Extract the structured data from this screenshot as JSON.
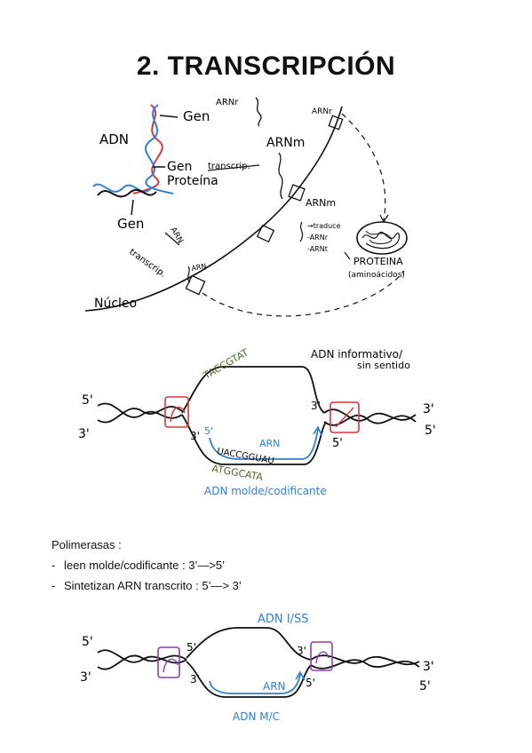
{
  "title": "2. TRANSCRIPCIÓN",
  "diagram1": {
    "adn": "ADN",
    "gen_top": "Gen",
    "gen_mid": "Gen",
    "proteina_left": "Proteína",
    "transcrip_arrow": "transcrip.",
    "gen_left": "Gen",
    "transcrip_left": "transcrip.",
    "arn_diag": "ARN",
    "arnr": "ARNr",
    "arnr_right": "ARNr",
    "arnm": "ARNm",
    "arnm_small": "ARNm",
    "traduce": "→traduce",
    "arn_r2": "-ARNr",
    "arnt": "-ARNt",
    "arn_tag": "ARN",
    "proteina_right": "PROTEINA",
    "aminoacidos": "(aminoácidos)",
    "nucleo": "Núcleo"
  },
  "diagram2": {
    "top_seq": "TACCGTAT",
    "informativo": "ADN informativo/",
    "sin_sentido": "sin sentido",
    "left_5": "5'",
    "left_3": "3'",
    "right_3": "3'",
    "right_5": "5'",
    "inner_3": "3'",
    "inner_5_blue": "5'",
    "inner_3_right": "3'",
    "inner_5_right": "5'",
    "arn": "ARN",
    "rna_seq": "UACCGGUAU",
    "bottom_seq": "ATGGCATA",
    "molde": "ADN molde/codificante"
  },
  "notes": {
    "heading": "Polimerasas :",
    "items": [
      "leen molde/codificante : 3’—>5’",
      "Sintetizan ARN transcrito : 5’—> 3’"
    ]
  },
  "diagram3": {
    "top_label": "ADN I/SS",
    "left_5": "5'",
    "left_3": "3'",
    "inner_5": "5'",
    "inner_3": "3'",
    "inner_3_right": "3'",
    "inner_5_right": "5'",
    "right_3": "3'",
    "right_5": "5'",
    "arn": "ARN",
    "bottom_label": "ADN M/C"
  },
  "colors": {
    "ink": "#111111",
    "red": "#d8363a",
    "blue": "#2f7fd6",
    "green": "#4d6b2a",
    "purple": "#8a3fb0"
  }
}
